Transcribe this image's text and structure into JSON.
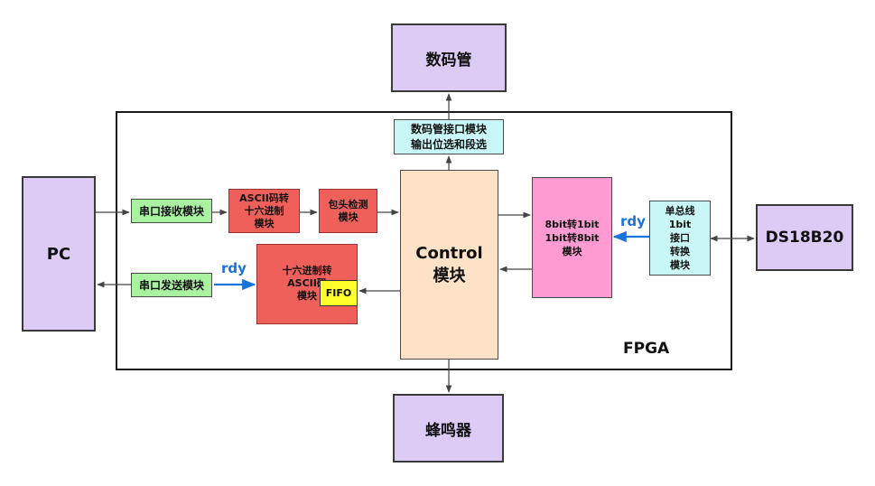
{
  "blocks": {
    "shumaguan": "数码管",
    "buzzer": "蜂鸣器",
    "pc": "PC",
    "ds18b20": "DS18B20",
    "seg_interface": "数码管接口模块\n输出位选和段选",
    "uart_rx": "串口接收模块",
    "uart_tx": "串口发送模块",
    "ascii_to_hex": "ASCII码转\n十六进制\n模块",
    "header_detect": "包头检测\n模块",
    "hex_to_ascii": "十六进制转\nASCII码\n模块",
    "fifo": "FIFO",
    "control": "Control\n模块",
    "bit_convert": "8bit转1bit\n1bit转8bit\n模块",
    "onewire": "单总线\n1bit\n接口\n转换\n模块"
  },
  "labels": {
    "fpga": "FPGA",
    "rdy_tx": "rdy",
    "rdy_conv": "rdy"
  },
  "colors": {
    "external": "#dccbf5",
    "interface": "#c9f7f7",
    "uart": "#a8f2a0",
    "process": "#f0605a",
    "control": "#fde2c8",
    "convert": "#ff9ad2",
    "fifo": "#ffff2a",
    "rdy": "#1a73d9"
  }
}
